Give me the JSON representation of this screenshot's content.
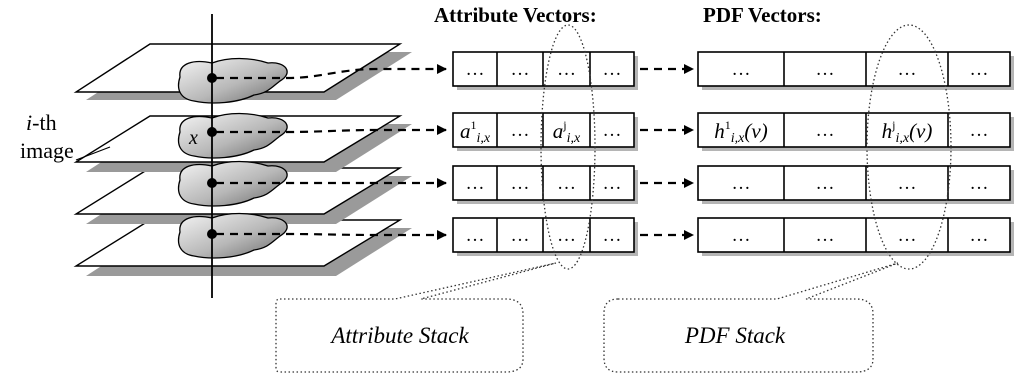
{
  "headers": {
    "attribute": "Attribute Vectors:",
    "pdf": "PDF Vectors:"
  },
  "image_label": {
    "line1_italic": "i",
    "line1_rest": "-th",
    "line2": "image"
  },
  "pixel_label": "x",
  "ellipsis": "…",
  "attribute_vectors": {
    "rows": 4,
    "cells_per_row": 4,
    "labeled_row": {
      "first": {
        "base": "a",
        "sup": "1",
        "sub": "i,x"
      },
      "second_text": "…",
      "third": {
        "base": "a",
        "sup": "j",
        "sub": "i,x"
      },
      "fourth_text": "…"
    }
  },
  "pdf_vectors": {
    "rows": 4,
    "cells_per_row": 4,
    "labeled_row": {
      "first": {
        "base": "h",
        "sup": "1",
        "sub": "i,x",
        "arg": "(v)"
      },
      "second_text": "…",
      "third": {
        "base": "h",
        "sup": "j",
        "sub": "i,x",
        "arg": "(v)"
      },
      "fourth_text": "…"
    }
  },
  "callouts": {
    "attribute_stack": "Attribute Stack",
    "pdf_stack": "PDF Stack"
  }
}
